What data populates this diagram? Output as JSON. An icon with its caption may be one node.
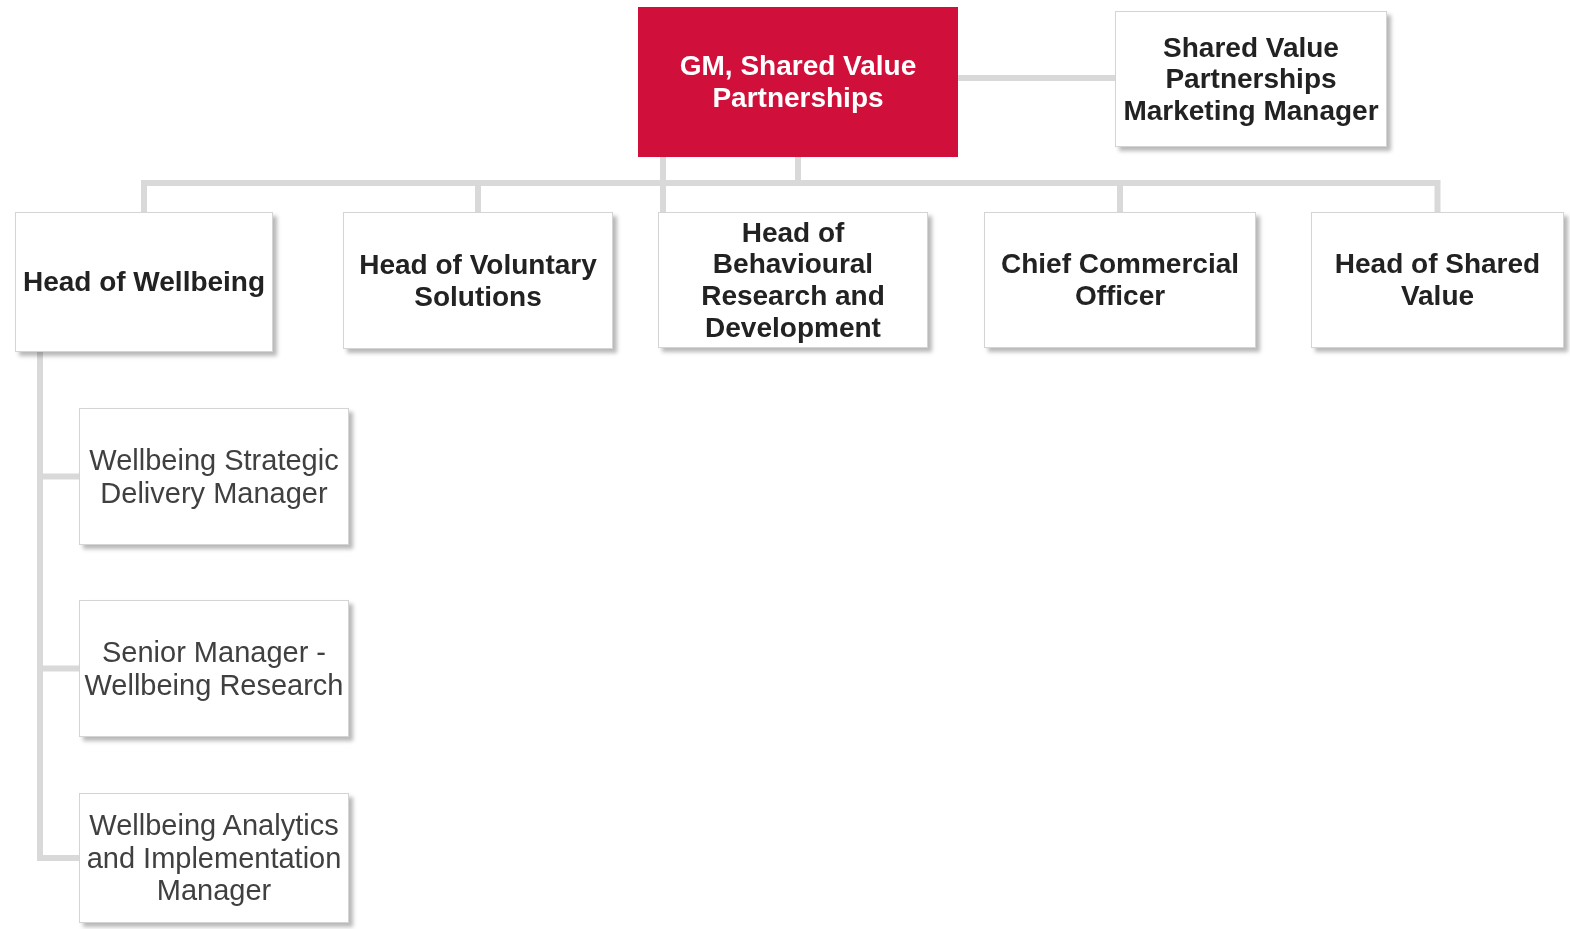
{
  "diagram": {
    "nodes": [
      {
        "text": [
          "GM, Shared Value Partnerships"
        ]
      },
      {
        "text": [
          "Shared Value Partnerships Marketing Manager"
        ]
      },
      {
        "text": [
          "Head of Wellbeing"
        ]
      },
      {
        "text": [
          "Head of Voluntary Solutions"
        ]
      },
      {
        "text": [
          "Head of Behavioural Research and Development"
        ]
      },
      {
        "text": [
          "Chief Commercial Officer"
        ]
      },
      {
        "text": [
          "Head of Shared Value"
        ]
      },
      {
        "text": [
          "Wellbeing Strategic Delivery Manager"
        ]
      },
      {
        "text": [
          "Senior Manager - Wellbeing Research"
        ]
      },
      {
        "text": [
          "Wellbeing Analytics and Implementation Manager"
        ]
      }
    ],
    "edges": [
      {
        "from": 0,
        "to": 1,
        "arrow": "none"
      },
      {
        "from": 0,
        "to": 2,
        "arrow": "none"
      },
      {
        "from": 0,
        "to": 3,
        "arrow": "none"
      },
      {
        "from": 0,
        "to": 4,
        "arrow": "none"
      },
      {
        "from": 0,
        "to": 5,
        "arrow": "none"
      },
      {
        "from": 0,
        "to": 6,
        "arrow": "none"
      },
      {
        "from": 2,
        "to": 7,
        "arrow": "none"
      },
      {
        "from": 2,
        "to": 8,
        "arrow": "none"
      },
      {
        "from": 2,
        "to": 9,
        "arrow": "none"
      }
    ]
  }
}
